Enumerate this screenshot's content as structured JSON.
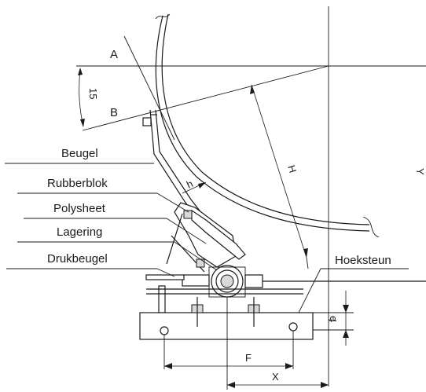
{
  "labels": {
    "point_a": "A",
    "point_b": "B",
    "angle": "15",
    "beugel": "Beugel",
    "rubberblok": "Rubberblok",
    "polysheet": "Polysheet",
    "lagering": "Lagering",
    "drukbeugel": "Drukbeugel",
    "hoeksteun": "Hoeksteun",
    "dim_h_small": "h",
    "dim_h_large": "H",
    "dim_y": "Y",
    "dim_e": "e",
    "dim_f": "f",
    "dim_F": "F",
    "dim_X": "X"
  }
}
